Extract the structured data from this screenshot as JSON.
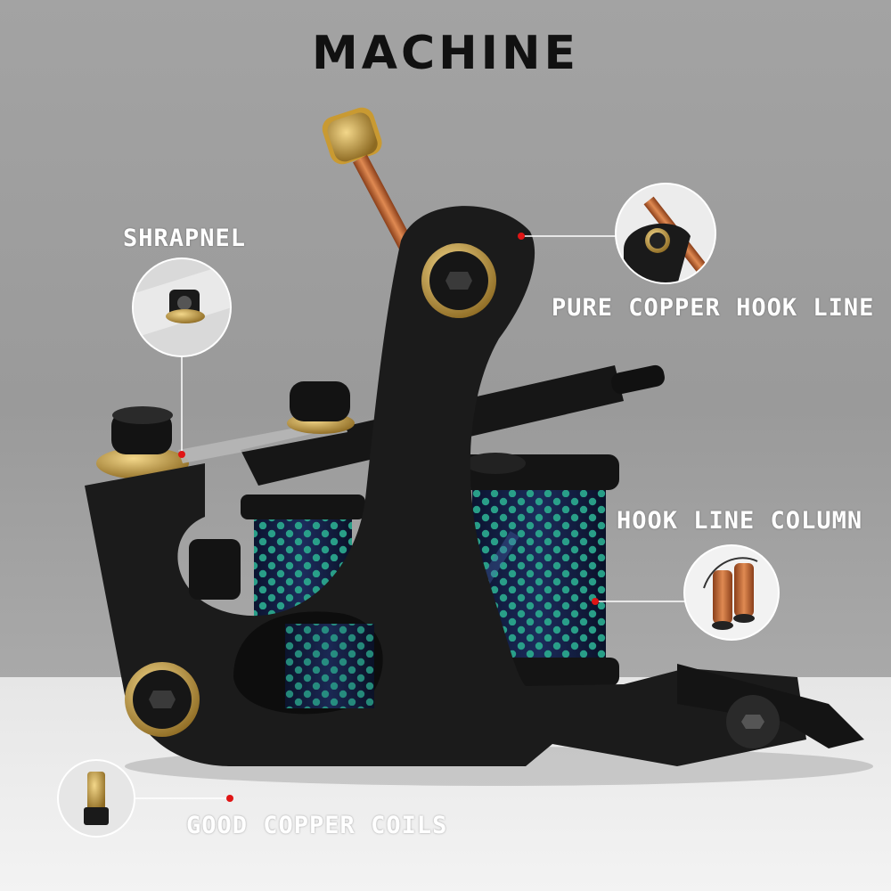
{
  "title": "MACHINE",
  "labels": {
    "shrapnel": "SHRAPNEL",
    "hook_line": "PURE COPPER HOOK LINE",
    "column": "HOOK LINE COLUMN",
    "coils": "GOOD COPPER COILS"
  },
  "colors": {
    "background": "#a3a3a3",
    "floor": "#f0f0f0",
    "frame": "#1a1a1a",
    "copper": "#c06a3a",
    "brass": "#c9a24a",
    "dot": "#2aa58c",
    "marker": "#e01515"
  }
}
